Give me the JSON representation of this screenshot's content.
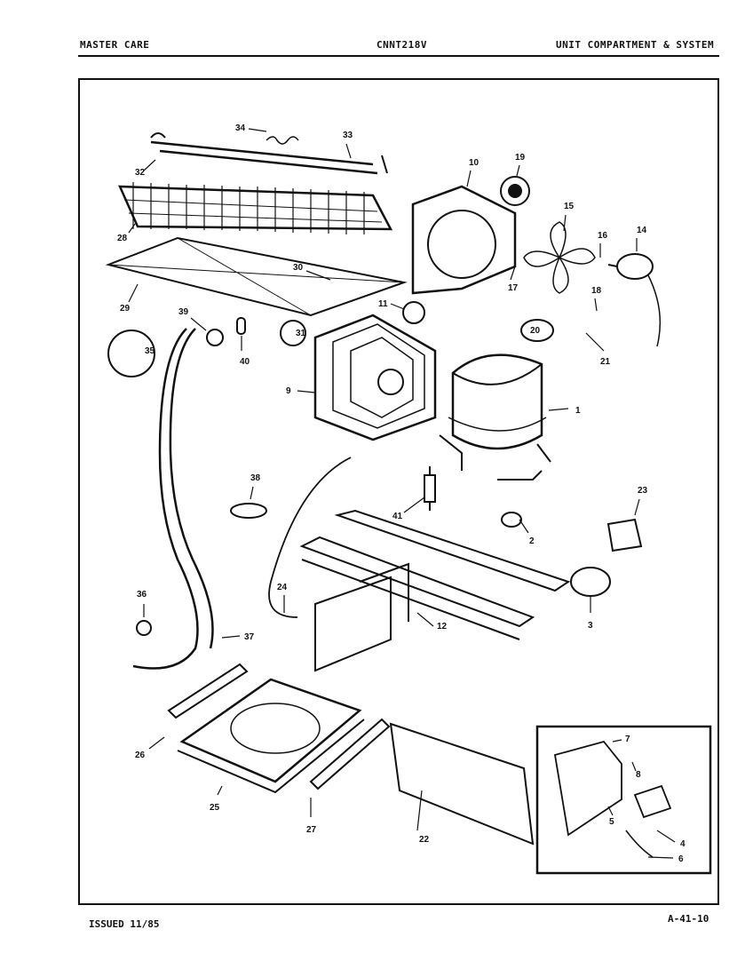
{
  "header": {
    "brand": "MASTER CARE",
    "model": "CNNT218V",
    "section": "UNIT COMPARTMENT & SYSTEM"
  },
  "footer": {
    "issued": "ISSUED 11/85",
    "page_code": "A-41-10"
  },
  "callouts": {
    "n1": "1",
    "n2": "2",
    "n3": "3",
    "n4": "4",
    "n5": "5",
    "n6": "6",
    "n7": "7",
    "n8": "8",
    "n9": "9",
    "n10": "10",
    "n11": "11",
    "n12": "12",
    "n14": "14",
    "n15": "15",
    "n16": "16",
    "n17": "17",
    "n18": "18",
    "n19": "19",
    "n20": "20",
    "n21": "21",
    "n22": "22",
    "n23": "23",
    "n24": "24",
    "n25": "25",
    "n26": "26",
    "n27": "27",
    "n28": "28",
    "n29": "29",
    "n30": "30",
    "n31": "31",
    "n32": "32",
    "n33": "33",
    "n34": "34",
    "n35": "35",
    "n36": "36",
    "n37": "37",
    "n38": "38",
    "n39": "39",
    "n40": "40",
    "n41": "41"
  }
}
